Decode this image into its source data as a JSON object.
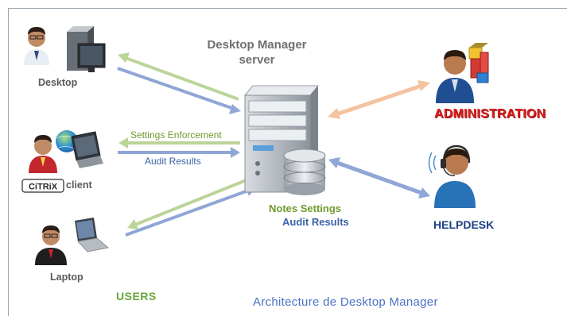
{
  "server": {
    "title_line1": "Desktop Manager",
    "title_line2": "server"
  },
  "users": [
    {
      "label": "Desktop"
    },
    {
      "badge": "CiTRiX",
      "label": "client"
    },
    {
      "label": "Laptop"
    }
  ],
  "flows": {
    "settings_enforcement": "Settings Enforcement",
    "audit_results": "Audit Results",
    "notes_settings": "Notes Settings",
    "notes_audit_results": "Audit Results"
  },
  "roles": {
    "administration": "ADMINISTRATION",
    "helpdesk": "HELPDESK"
  },
  "users_group_label": "USERS",
  "caption": "Architecture de Desktop Manager",
  "colors": {
    "settings_arrow": "#bcd49a",
    "audit_arrow": "#8fa6d6",
    "admin_arrow": "#f4c3a0",
    "admin_text": "#d81e1e",
    "helpdesk_text": "#1c3f86",
    "users_text": "#6aa53a"
  }
}
